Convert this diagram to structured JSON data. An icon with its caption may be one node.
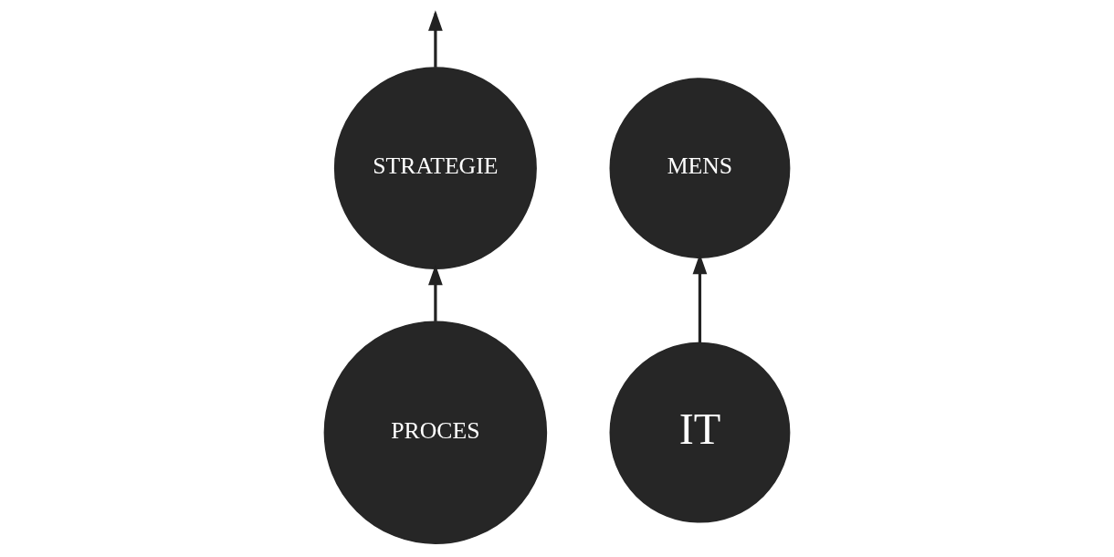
{
  "diagram": {
    "nodes": [
      {
        "text": [
          "STRATEGIE"
        ]
      },
      {
        "text": [
          "PROCES"
        ]
      },
      {
        "text": [
          "MENS"
        ]
      },
      {
        "text": [
          "IT"
        ]
      }
    ],
    "edges": [
      {
        "from": 0,
        "to": null,
        "arrow": "to"
      },
      {
        "from": 1,
        "to": 0,
        "arrow": "to"
      },
      {
        "from": 3,
        "to": 2,
        "arrow": "to"
      }
    ]
  }
}
